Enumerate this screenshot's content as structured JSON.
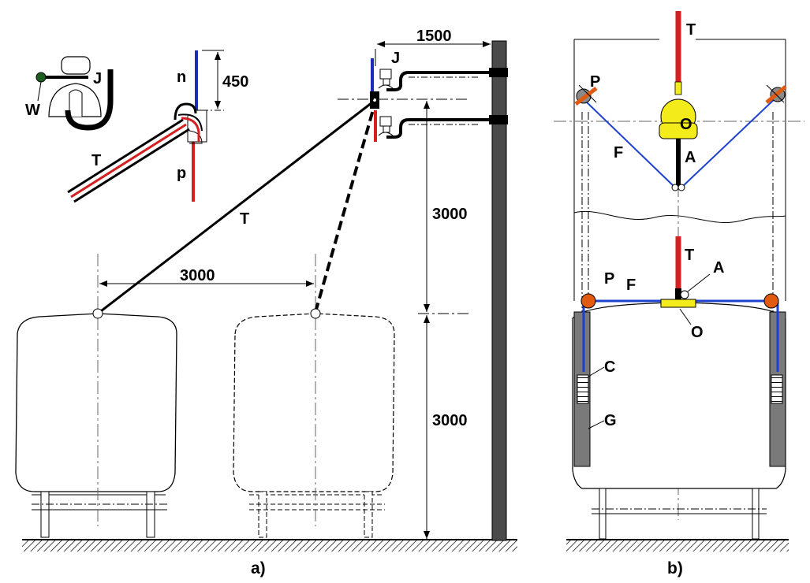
{
  "panel_a": {
    "caption": "a)",
    "dimensions": {
      "top_span": "1500",
      "lead_drop": "450",
      "upper_height": "3000",
      "lower_height": "3000",
      "vehicle_spacing": "3000"
    },
    "labels": {
      "J_detail": "J",
      "W_detail": "W",
      "n": "n",
      "p": "p",
      "T_detail": "T",
      "J_pole": "J",
      "T_main": "T"
    }
  },
  "panel_b": {
    "caption": "b)",
    "labels": {
      "T_top": "T",
      "P_top": "P",
      "O_top": "O",
      "F_top": "F",
      "A_top": "A",
      "T_bottom": "T",
      "A_bottom": "A",
      "P_bottom": "P",
      "F_bottom": "F",
      "O_bottom": "O",
      "C": "C",
      "G": "G"
    }
  },
  "colors": {
    "positive_wire": "#d42020",
    "negative_wire": "#1a2fb8",
    "fork": "#1e40d0",
    "pulley": "#e05a10",
    "pulley_gray": "#8a8a8a",
    "yellow_part": "#f4ec1a",
    "pole": "#4a4a4a",
    "ground_gray": "#7a7a7a",
    "green_node": "#1b5e20"
  }
}
